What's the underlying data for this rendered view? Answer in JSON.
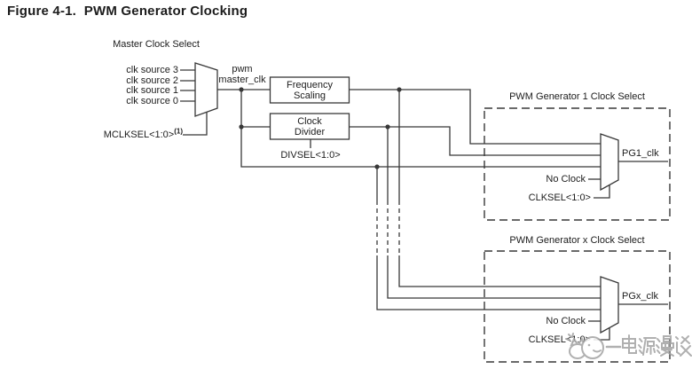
{
  "figure": {
    "title": "Figure 4-1.  PWM Generator Clocking"
  },
  "master_clock": {
    "label": "Master Clock Select",
    "sources": [
      "clk source 3",
      "clk source 2",
      "clk source 1",
      "clk source 0"
    ],
    "select_label": "MCLKSEL<1:0>",
    "select_footnote": "(1)",
    "output_line1": "pwm",
    "output_line2": "master_clk"
  },
  "blocks": {
    "frequency_scaling": {
      "line1": "Frequency",
      "line2": "Scaling"
    },
    "clock_divider": {
      "line1": "Clock",
      "line2": "Divider",
      "select_label": "DIVSEL<1:0>"
    }
  },
  "pg1": {
    "title": "PWM Generator 1 Clock Select",
    "no_clock": "No Clock",
    "select_label": "CLKSEL<1:0>",
    "output": "PG1_clk"
  },
  "pgx": {
    "title": "PWM Generator x Clock Select",
    "no_clock": "No Clock",
    "select_label": "CLKSEL<1:0>",
    "output": "PGx_clk"
  },
  "watermark": {
    "dash": "—",
    "text": "电源漫谈"
  },
  "colors": {
    "line": "#383838",
    "text": "#1c1c1c",
    "watermark": "#a3a3a3",
    "background": "#ffffff"
  }
}
